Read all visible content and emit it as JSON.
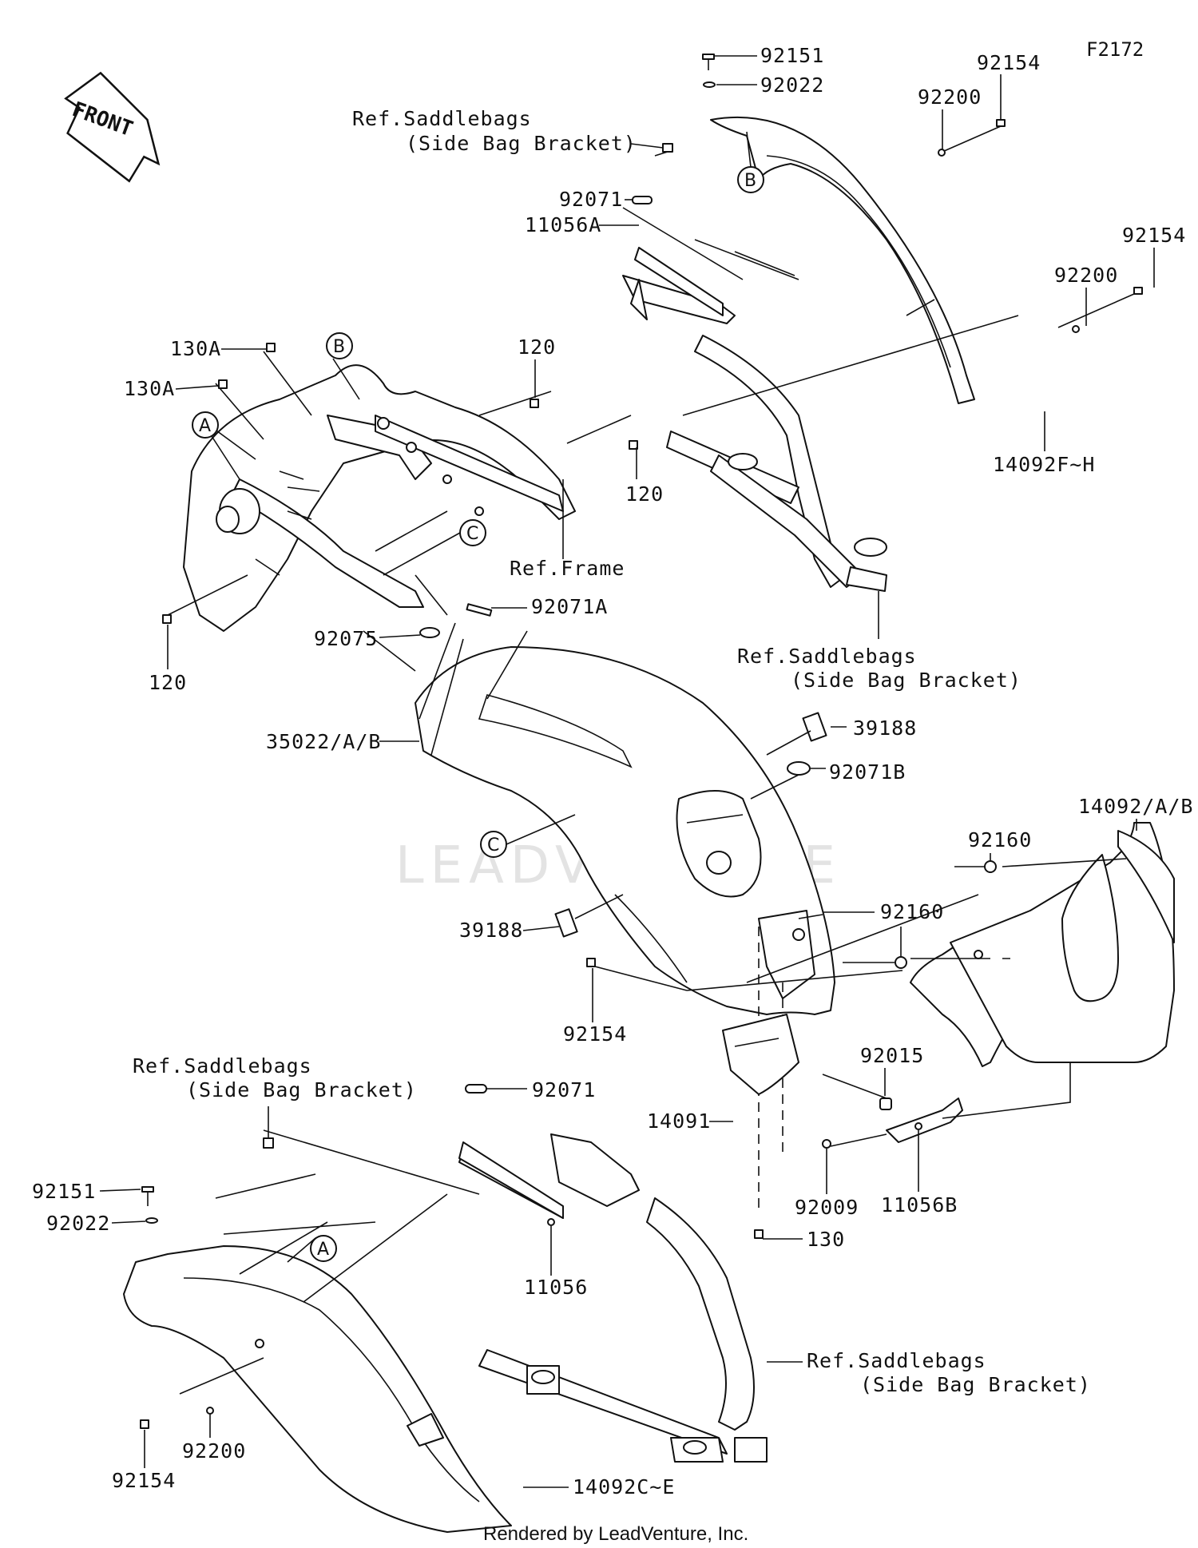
{
  "diagram_code": "F2172",
  "front_arrow_label": "FRONT",
  "watermark": "LEADVENTURE",
  "footer": "Rendered by LeadVenture, Inc.",
  "callouts": {
    "a": "A",
    "b": "B",
    "c": "C"
  },
  "labels": {
    "p92151_top": "92151",
    "p92022_top": "92022",
    "p92154_top": "92154",
    "p92200_top": "92200",
    "ref_saddlebags_top_1": "Ref.Saddlebags",
    "ref_saddlebags_top_2": "(Side Bag Bracket)",
    "p92071_top": "92071",
    "p11056A": "11056A",
    "p92154_right": "92154",
    "p92200_right": "92200",
    "p14092FH": "14092F~H",
    "p130A_1": "130A",
    "p130A_2": "130A",
    "p120_top": "120",
    "p120_mid": "120",
    "p120_left": "120",
    "ref_frame": "Ref.Frame",
    "p92071A": "92071A",
    "p92075": "92075",
    "ref_saddlebags_mid_1": "Ref.Saddlebags",
    "ref_saddlebags_mid_2": "(Side Bag Bracket)",
    "p35022": "35022/A/B",
    "p39188_top": "39188",
    "p92071B": "92071B",
    "p14092AB": "14092/A/B",
    "p92160_top": "92160",
    "p92160_mid": "92160",
    "p39188_mid": "39188",
    "p92154_mid": "92154",
    "ref_saddlebags_low_1": "Ref.Saddlebags",
    "ref_saddlebags_low_2": "(Side Bag Bracket)",
    "p92071_low": "92071",
    "p92015": "92015",
    "p14091": "14091",
    "p92009": "92009",
    "p11056B": "11056B",
    "p130": "130",
    "p92151_low": "92151",
    "p92022_low": "92022",
    "p11056": "11056",
    "ref_saddlebags_br_1": "Ref.Saddlebags",
    "ref_saddlebags_br_2": "(Side Bag Bracket)",
    "p92200_low": "92200",
    "p92154_low": "92154",
    "p14092CE": "14092C~E"
  }
}
